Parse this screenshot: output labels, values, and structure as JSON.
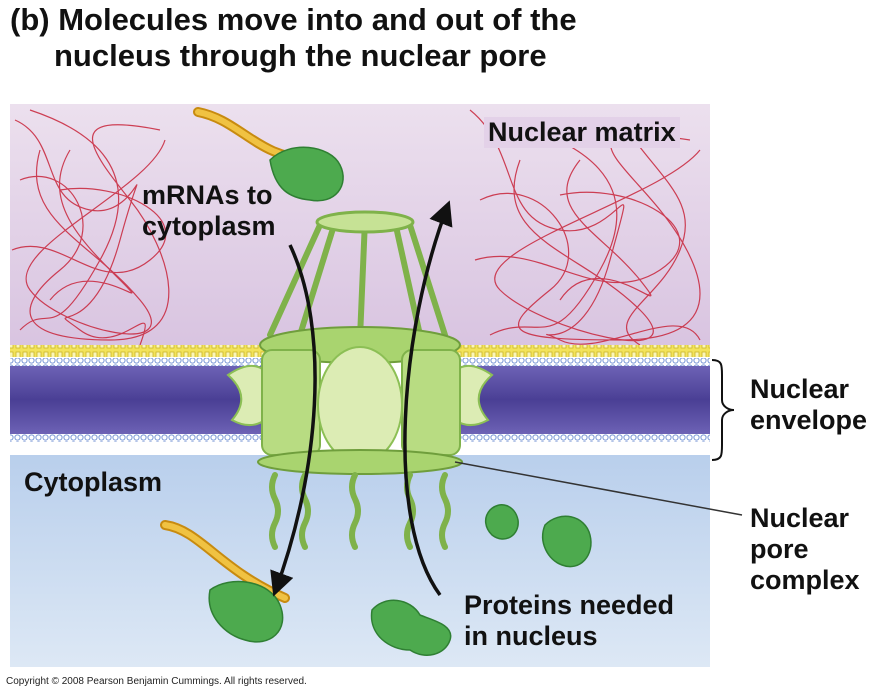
{
  "title": {
    "line1": "(b) Molecules move into and out of the",
    "line2": "nucleus through the nuclear pore"
  },
  "labels": {
    "nuclear_matrix": "Nuclear matrix",
    "mrnas_line1": "mRNAs to",
    "mrnas_line2": "cytoplasm",
    "nuclear_envelope_line1": "Nuclear",
    "nuclear_envelope_line2": "envelope",
    "cytoplasm": "Cytoplasm",
    "npc_line1": "Nuclear",
    "npc_line2": "pore",
    "npc_line3": "complex",
    "proteins_line1": "Proteins needed",
    "proteins_line2": "in nucleus"
  },
  "copyright": "Copyright © 2008 Pearson Benjamin Cummings. All rights reserved.",
  "colors": {
    "nucleus_bg": "#e6d6ea",
    "cytoplasm_bg": "#c8d9ef",
    "membrane": "#5a4fa3",
    "lamina": "#f2e04a",
    "pore_green": "#a9d46f",
    "pore_light": "#dcecb4",
    "chromatin": "#c8243a",
    "protein": "#4daa4e",
    "mrna": "#e8b020"
  }
}
